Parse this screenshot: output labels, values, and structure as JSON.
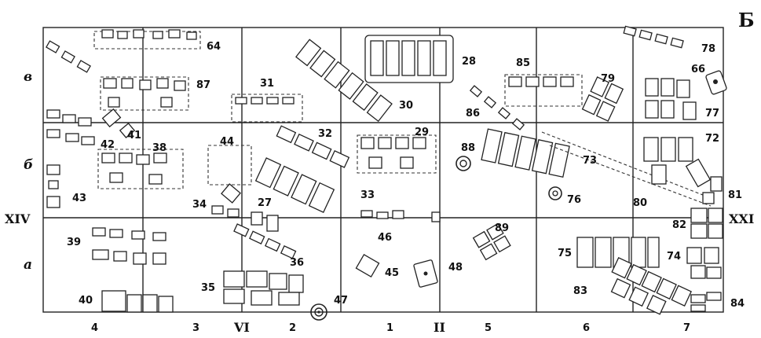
{
  "figure_letter": "Б",
  "col_labels": [
    "4",
    "3",
    "VI",
    "2",
    "1",
    "II",
    "5",
    "6",
    "7"
  ],
  "row_labels": [
    "в",
    "б",
    "а"
  ],
  "axis_markers": {
    "left": "XIV",
    "right": "XXI"
  },
  "features": [
    "64",
    "28",
    "85",
    "78",
    "66",
    "87",
    "31",
    "30",
    "79",
    "77",
    "86",
    "29",
    "88",
    "72",
    "73",
    "81",
    "42",
    "41",
    "38",
    "44",
    "32",
    "76",
    "80",
    "82",
    "43",
    "34",
    "27",
    "33",
    "46",
    "89",
    "39",
    "36",
    "45",
    "48",
    "75",
    "74",
    "35",
    "47",
    "40",
    "83",
    "84"
  ]
}
